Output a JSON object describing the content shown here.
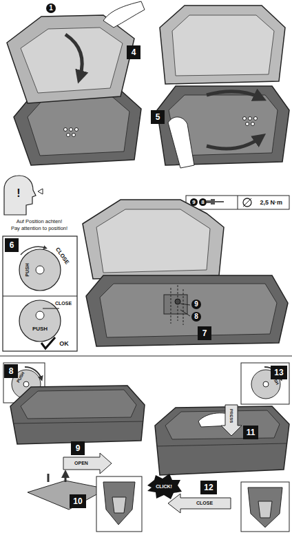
{
  "diagram": {
    "nodes": [
      {
        "text": [
          "1"
        ]
      },
      {
        "text": [
          "4"
        ]
      },
      {
        "text": [
          "5"
        ]
      },
      {
        "text": [
          "6"
        ]
      },
      {
        "text": [
          "2,5 N·m"
        ]
      },
      {
        "text": [
          "9"
        ],
        "in": 4
      },
      {
        "text": [
          "8"
        ],
        "in": 4
      },
      {
        "text": [
          "9"
        ]
      },
      {
        "text": [
          "8"
        ]
      },
      {
        "text": [
          "7"
        ]
      },
      {
        "text": [
          "8"
        ]
      },
      {
        "text": [
          "13"
        ]
      },
      {
        "text": [
          "11"
        ]
      },
      {
        "text": [
          "9"
        ]
      },
      {
        "text": [
          "12"
        ]
      },
      {
        "text": [
          "10"
        ]
      }
    ],
    "labels": [
      "!",
      "Auf Position achten!",
      "Pay attention to position!",
      "CLOSE",
      "PUSH",
      "CLOSE",
      "PUSH",
      "OK",
      "PUSH",
      "OPEN",
      "PRESS",
      "CLICK!",
      "CLOSE",
      "PUSH"
    ]
  }
}
